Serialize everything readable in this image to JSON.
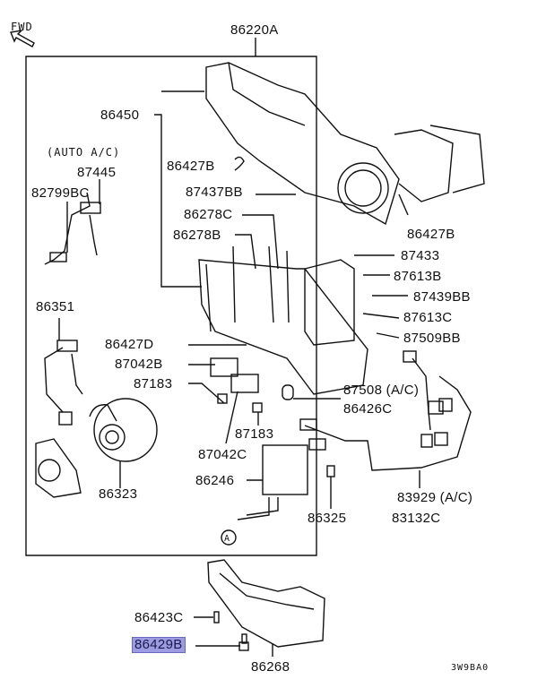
{
  "diagram": {
    "direction_label": "FWD",
    "assembly_label": "86220A",
    "auto_ac_note": "(AUTO A/C)",
    "reference_marker": "A",
    "diagram_code": "3W9BA0",
    "highlight_color": "#9c9ce0",
    "selected_part": "86429B",
    "parts": {
      "p86450": "86450",
      "p86427B_top": "86427B",
      "p87437BB": "87437BB",
      "p86278C": "86278C",
      "p86278B": "86278B",
      "p87445": "87445",
      "p82799BC": "82799BC",
      "p86427B_right": "86427B",
      "p87433": "87433",
      "p87613B": "87613B",
      "p87439BB": "87439BB",
      "p87613C": "87613C",
      "p87509BB": "87509BB",
      "p86351": "86351",
      "p86427D": "86427D",
      "p87042B": "87042B",
      "p87183_left": "87183",
      "p87508": "87508 (A/C)",
      "p86426C": "86426C",
      "p87183_mid": "87183",
      "p87042C": "87042C",
      "p86323": "86323",
      "p86246": "86246",
      "p86325": "86325",
      "p83929": "83929 (A/C)",
      "p83132C": "83132C",
      "p86423C": "86423C",
      "p86429B": "86429B",
      "p86268": "86268"
    }
  }
}
